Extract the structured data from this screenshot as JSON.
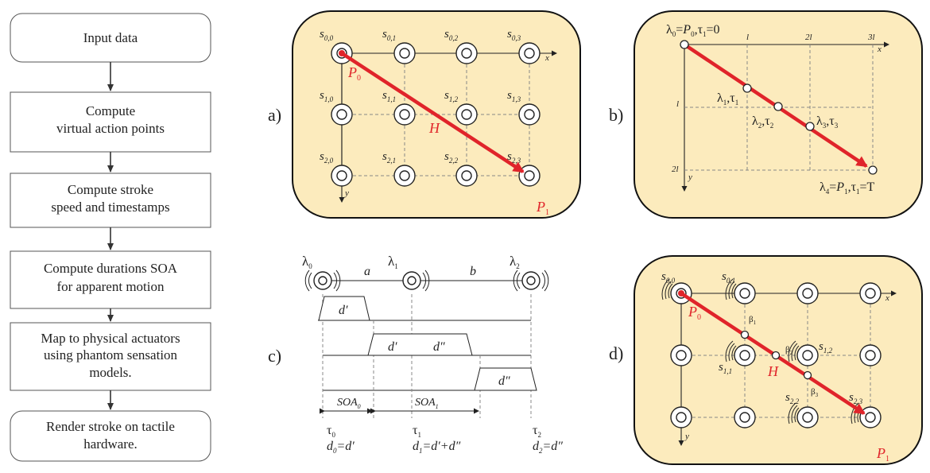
{
  "flowchart": {
    "steps": [
      {
        "lines": [
          "Input data"
        ]
      },
      {
        "lines": [
          "Compute",
          "virtual action points"
        ]
      },
      {
        "lines": [
          "Compute stroke",
          "speed and timestamps"
        ]
      },
      {
        "lines": [
          "Compute durations SOA",
          "for apparent motion"
        ]
      },
      {
        "lines": [
          "Map to physical actuators",
          "using phantom sensation",
          "models."
        ]
      },
      {
        "lines": [
          "Render stroke on tactile",
          "hardware."
        ]
      }
    ]
  },
  "panel_a": {
    "label": "a)",
    "actuators": [
      {
        "sub": "0,0"
      },
      {
        "sub": "0,1"
      },
      {
        "sub": "0,2"
      },
      {
        "sub": "0,3"
      },
      {
        "sub": "1,0"
      },
      {
        "sub": "1,1"
      },
      {
        "sub": "1,2"
      },
      {
        "sub": "1,3"
      },
      {
        "sub": "2,0"
      },
      {
        "sub": "2,1"
      },
      {
        "sub": "2,2"
      },
      {
        "sub": "2,3"
      }
    ],
    "point_start": "P",
    "point_start_sub": "0",
    "point_end": "P",
    "point_end_sub": "1",
    "stroke_label": "H",
    "x_axis": "x",
    "y_axis": "y"
  },
  "panel_b": {
    "label": "b)",
    "x_ticks": [
      "l",
      "2l",
      "3l"
    ],
    "y_ticks": [
      "l",
      "2l"
    ],
    "x_axis": "x",
    "y_axis": "y",
    "lambda0": [
      "λ",
      "0",
      "=",
      "P",
      "0",
      ",τ",
      "1",
      "=0"
    ],
    "lambda1": [
      "λ",
      "1",
      ",τ",
      "1"
    ],
    "lambda2": [
      "λ",
      "2",
      ",τ",
      "2"
    ],
    "lambda3": [
      "λ",
      "3",
      ",τ",
      "3"
    ],
    "lambda4": [
      "λ",
      "4",
      "=",
      "P",
      "1",
      ",τ",
      "1",
      "=T"
    ]
  },
  "panel_c": {
    "label": "c)",
    "lambda_labels": [
      {
        "s": "λ",
        "sub": "0"
      },
      {
        "s": "λ",
        "sub": "1"
      },
      {
        "s": "λ",
        "sub": "2"
      }
    ],
    "segment_a": "a",
    "segment_b": "b",
    "trap1": "d′",
    "trap2a": "d′",
    "trap2b": "d″",
    "trap3": "d″",
    "soa0": [
      "SOA",
      "0"
    ],
    "soa1": [
      "SOA",
      "1"
    ],
    "tau_labels": [
      {
        "s": "τ",
        "sub": "0"
      },
      {
        "s": "τ",
        "sub": "1"
      },
      {
        "s": "τ",
        "sub": "2"
      }
    ],
    "d_labels": [
      {
        "s": "d",
        "sub": "0",
        "rest": "=d′"
      },
      {
        "s": "d",
        "sub": "1",
        "rest": "=d′+d″"
      },
      {
        "s": "d",
        "sub": "2",
        "rest": "=d″"
      }
    ]
  },
  "panel_d": {
    "label": "d)",
    "labeled_actuators": [
      {
        "sub": "0,0"
      },
      {
        "sub": "0,1"
      },
      {
        "sub": "1,2"
      },
      {
        "sub": "1,1"
      },
      {
        "sub": "2,2"
      },
      {
        "sub": "2,3"
      }
    ],
    "betas": [
      {
        "s": "β",
        "sub": "1"
      },
      {
        "s": "β",
        "sub": "2"
      },
      {
        "s": "β",
        "sub": "3"
      }
    ],
    "point_start": "P",
    "point_start_sub": "0",
    "point_end": "P",
    "point_end_sub": "1",
    "stroke_label": "H",
    "x_axis": "x",
    "y_axis": "y"
  },
  "colors": {
    "panel_fill": "#fcebbd",
    "stroke_red": "#e0242a"
  }
}
